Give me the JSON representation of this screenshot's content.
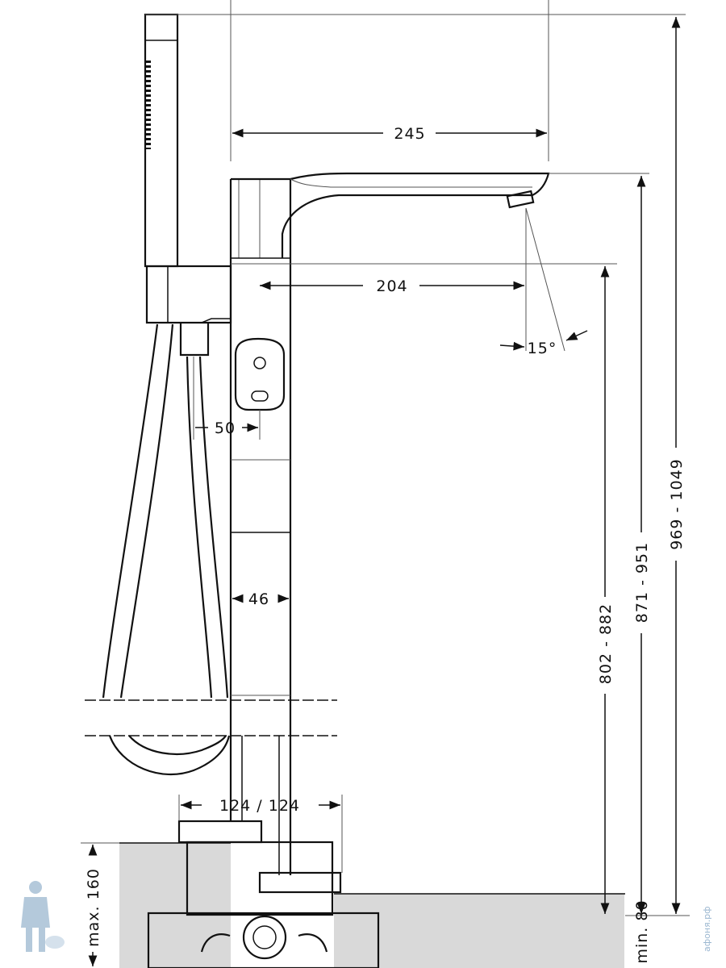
{
  "dimensions": {
    "spout_reach": "245",
    "spout_to_body": "204",
    "spray_angle": "15°",
    "handle_offset": "50",
    "body_width": "46",
    "rough_in": "124 / 124",
    "max_depth": "max. 160",
    "min_depth": "min. 80",
    "height_spout": "802 - 882",
    "height_spout_top": "871 - 951",
    "height_total": "969 - 1049"
  },
  "watermark": "афоня.рф",
  "colors": {
    "line": "#111111",
    "floor": "#d9d9d9",
    "mascot": "#9bb7d0"
  }
}
